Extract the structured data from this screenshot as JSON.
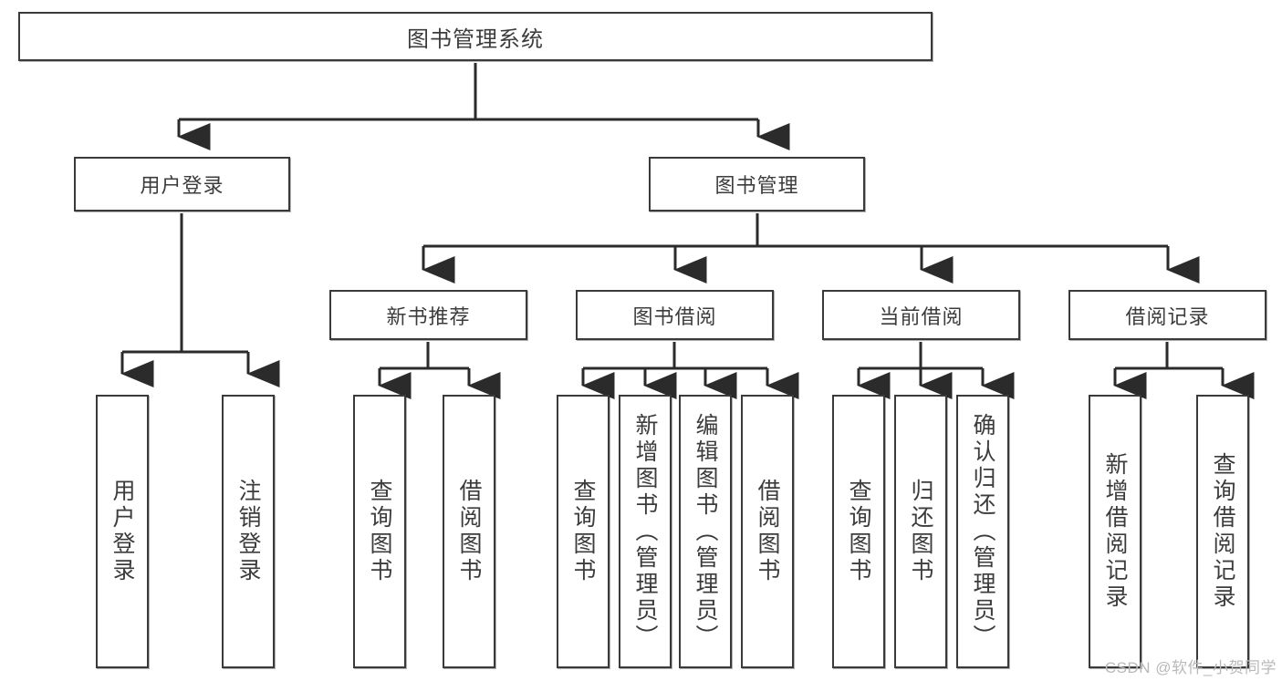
{
  "diagram": {
    "title": "图书管理系统",
    "root": {
      "label": "图书管理系统"
    },
    "level2": [
      {
        "label": "用户登录"
      },
      {
        "label": "图书管理"
      }
    ],
    "level3": [
      {
        "label": "新书推荐"
      },
      {
        "label": "图书借阅"
      },
      {
        "label": "当前借阅"
      },
      {
        "label": "借阅记录"
      }
    ],
    "leaves": {
      "user_login": [
        {
          "label": "用户登录"
        },
        {
          "label": "注销登录"
        }
      ],
      "new_book_recommend": [
        {
          "label": "查询图书"
        },
        {
          "label": "借阅图书"
        }
      ],
      "book_borrow": [
        {
          "label": "查询图书"
        },
        {
          "label": "新增图书（管理员）"
        },
        {
          "label": "编辑图书（管理员）"
        },
        {
          "label": "借阅图书"
        }
      ],
      "current_borrow": [
        {
          "label": "查询图书"
        },
        {
          "label": "归还图书"
        },
        {
          "label": "确认归还（管理员）"
        }
      ],
      "borrow_record": [
        {
          "label": "新增借阅记录"
        },
        {
          "label": "查询借阅记录"
        }
      ]
    }
  },
  "watermark": {
    "text": "CSDN @软件_小贺同学"
  },
  "colors": {
    "box_border": "#3a3a3a",
    "text": "#3c3c3c",
    "edge": "#2b2b2b",
    "background": "#ffffff",
    "watermark": "#b9b9b9"
  }
}
